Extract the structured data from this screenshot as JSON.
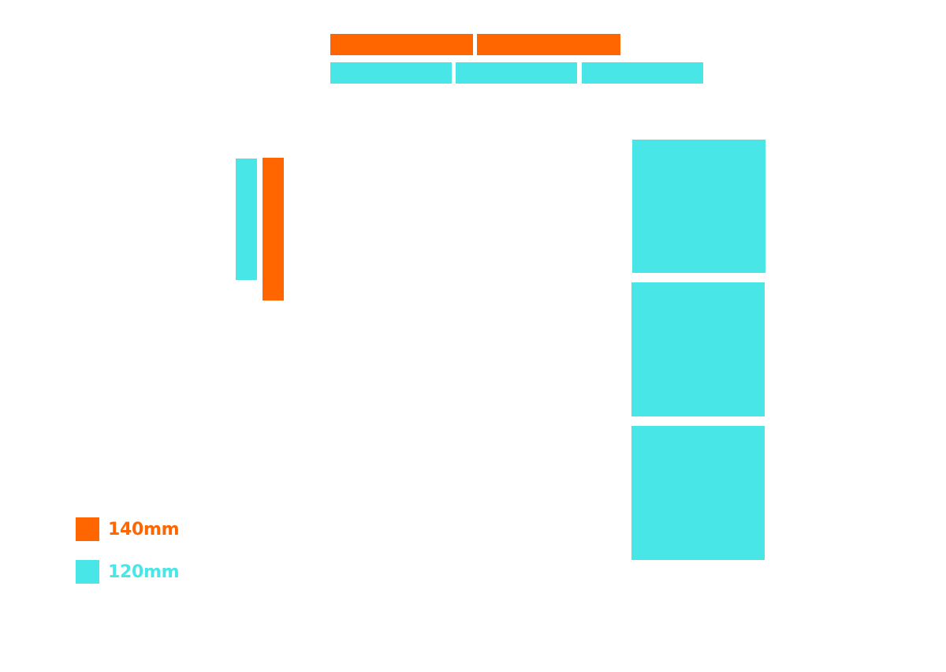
{
  "colors": {
    "fan_140": "#ff6600",
    "fan_120": "#48e6e6"
  },
  "legend": {
    "items": [
      {
        "label": "140mm",
        "color_key": "fan_140"
      },
      {
        "label": "120mm",
        "color_key": "fan_120"
      }
    ]
  },
  "fans": {
    "top_140": [
      {
        "size": "140mm"
      },
      {
        "size": "140mm"
      }
    ],
    "top_120": [
      {
        "size": "120mm"
      },
      {
        "size": "120mm"
      },
      {
        "size": "120mm"
      }
    ],
    "rear": [
      {
        "size": "120mm"
      },
      {
        "size": "140mm"
      }
    ],
    "front_120": [
      {
        "size": "120mm"
      },
      {
        "size": "120mm"
      },
      {
        "size": "120mm"
      }
    ]
  }
}
